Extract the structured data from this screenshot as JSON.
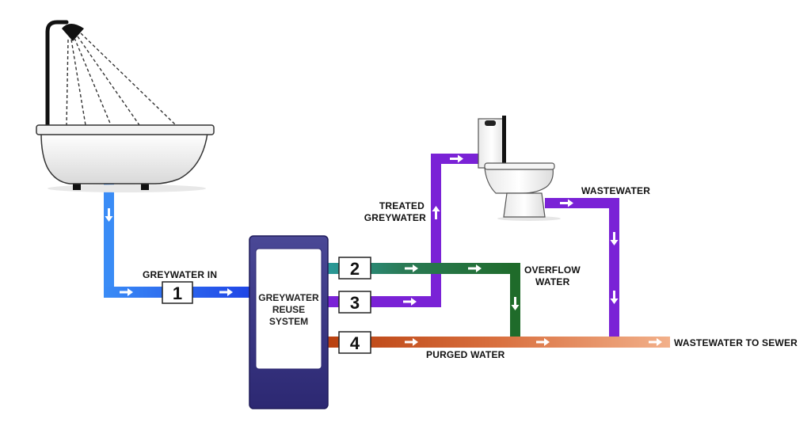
{
  "diagram": {
    "labels": {
      "greywater_in": "GREYWATER IN",
      "treated_line1": "TREATED",
      "treated_line2": "GREYWATER",
      "wastewater": "WASTEWATER",
      "overflow_line1": "OVERFLOW",
      "overflow_line2": "WATER",
      "purged_water": "PURGED WATER",
      "wastewater_to_sewer": "WASTEWATER TO SEWER"
    },
    "system": {
      "line1": "GREYWATER",
      "line2": "REUSE",
      "line3": "SYSTEM"
    },
    "ports": [
      "1",
      "2",
      "3",
      "4"
    ],
    "colors": {
      "greywater_in": "#2f6ff0",
      "overflow": "#1f6b2a",
      "treated": "#7a22d6",
      "purged": "#c0501e",
      "sewer": "#f0a070",
      "system_box": "#3a3580"
    },
    "icons": [
      "shower-bathtub-icon",
      "toilet-icon",
      "flow-arrow-icon"
    ]
  }
}
